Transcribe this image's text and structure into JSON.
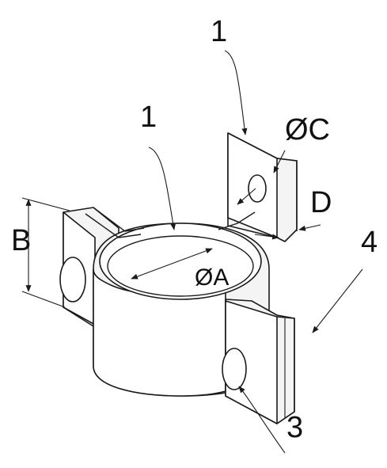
{
  "labels": {
    "part1_top": "1",
    "part1_mid": "1",
    "diameter_c": "ØC",
    "thickness_d": "D",
    "part4": "4",
    "height_b": "B",
    "diameter_a": "ØA",
    "part3": "3"
  },
  "colors": {
    "stroke": "#1a1a1a",
    "fill": "#f4f4f4",
    "background": "#ffffff"
  }
}
